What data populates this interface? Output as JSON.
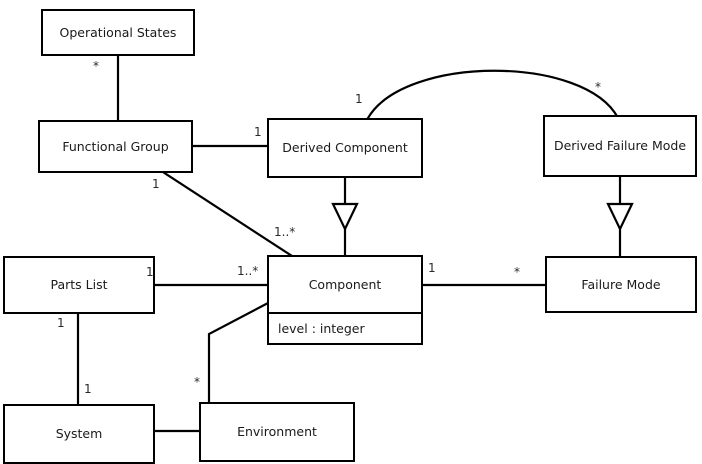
{
  "diagram": {
    "title": "UML class diagram",
    "stroke_color": "#000000",
    "background_color": "#ffffff",
    "text_color": "#1a1a1a",
    "classes": [
      {
        "id": "operational-states",
        "name": "Operational States",
        "attributes": []
      },
      {
        "id": "functional-group",
        "name": "Functional Group",
        "attributes": []
      },
      {
        "id": "derived-component",
        "name": "Derived Component",
        "attributes": []
      },
      {
        "id": "derived-failure-mode",
        "name": "Derived Failure Mode",
        "attributes": []
      },
      {
        "id": "parts-list",
        "name": "Parts List",
        "attributes": []
      },
      {
        "id": "component",
        "name": "Component",
        "attributes": [
          "level : integer"
        ]
      },
      {
        "id": "failure-mode",
        "name": "Failure Mode",
        "attributes": []
      },
      {
        "id": "system",
        "name": "System",
        "attributes": []
      },
      {
        "id": "environment",
        "name": "Environment",
        "attributes": []
      }
    ],
    "multiplicities": [
      {
        "id": "m-operational-states",
        "label": "*"
      },
      {
        "id": "m-functional-group-derived-component",
        "label": "1"
      },
      {
        "id": "m-functional-group-component",
        "label": "1"
      },
      {
        "id": "m-component-functional-group",
        "label": "1..*"
      },
      {
        "id": "m-derived-component-arc",
        "label": "1"
      },
      {
        "id": "m-derived-failure-mode-arc",
        "label": "*"
      },
      {
        "id": "m-parts-list-component",
        "label": "1"
      },
      {
        "id": "m-component-parts-list",
        "label": "1..*"
      },
      {
        "id": "m-component-failure-mode",
        "label": "1"
      },
      {
        "id": "m-failure-mode-component",
        "label": "*"
      },
      {
        "id": "m-parts-list-system",
        "label": "1"
      },
      {
        "id": "m-system-parts-list",
        "label": "1"
      },
      {
        "id": "m-environment-component",
        "label": "*"
      }
    ],
    "generalizations": [
      {
        "id": "gen-derived-component-to-component",
        "from": "Derived Component",
        "to": "Component"
      },
      {
        "id": "gen-derived-failure-mode-to-failure-mode",
        "from": "Derived Failure Mode",
        "to": "Failure Mode"
      }
    ],
    "associations": [
      {
        "id": "assoc-operational-states-functional-group",
        "from": "Operational States",
        "to": "Functional Group"
      },
      {
        "id": "assoc-functional-group-derived-component",
        "from": "Functional Group",
        "to": "Derived Component"
      },
      {
        "id": "assoc-functional-group-component",
        "from": "Functional Group",
        "to": "Component"
      },
      {
        "id": "assoc-derived-component-derived-failure-mode",
        "from": "Derived Component",
        "to": "Derived Failure Mode"
      },
      {
        "id": "assoc-parts-list-component",
        "from": "Parts List",
        "to": "Component"
      },
      {
        "id": "assoc-component-failure-mode",
        "from": "Component",
        "to": "Failure Mode"
      },
      {
        "id": "assoc-parts-list-system",
        "from": "Parts List",
        "to": "System"
      },
      {
        "id": "assoc-system-environment",
        "from": "System",
        "to": "Environment"
      },
      {
        "id": "assoc-environment-component",
        "from": "Environment",
        "to": "Component"
      }
    ]
  }
}
